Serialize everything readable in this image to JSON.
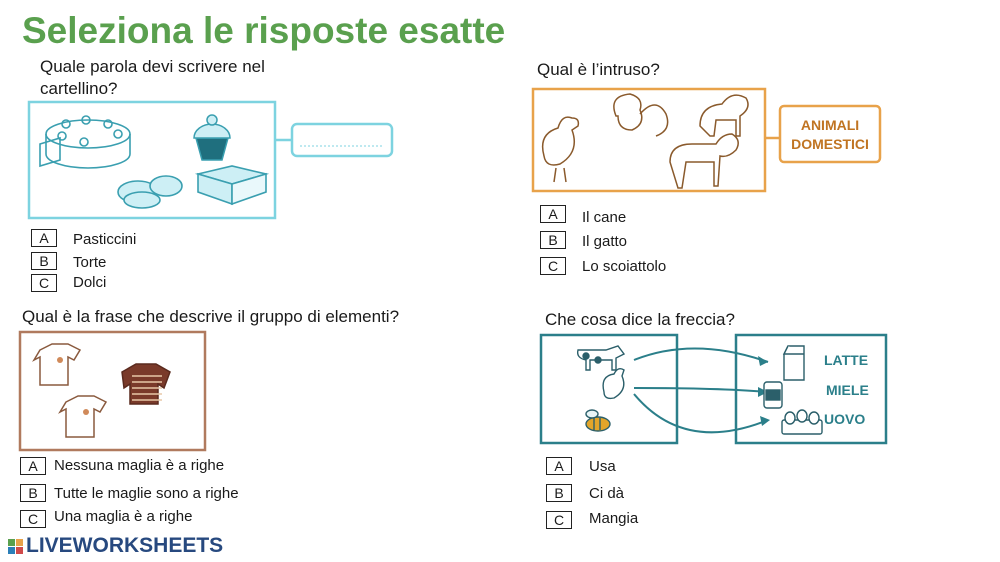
{
  "title": "Seleziona le risposte esatte",
  "q1": {
    "question": "Quale parola devi scrivere nel cartellino?",
    "options": [
      {
        "letter": "A",
        "text": "Pasticcini"
      },
      {
        "letter": "B",
        "text": "Torte"
      },
      {
        "letter": "C",
        "text": "Dolci"
      }
    ]
  },
  "q2": {
    "question": "Qual è l’intruso?",
    "card_label_1": "ANIMALI",
    "card_label_2": "DOMESTICI",
    "options": [
      {
        "letter": "A",
        "text": "Il cane"
      },
      {
        "letter": "B",
        "text": "Il gatto"
      },
      {
        "letter": "C",
        "text": "Lo scoiattolo"
      }
    ]
  },
  "q3": {
    "question": "Qual è la frase che descrive il gruppo di elementi?",
    "options": [
      {
        "letter": "A",
        "text": "Nessuna maglia è a righe"
      },
      {
        "letter": "B",
        "text": "Tutte le maglie sono a righe"
      },
      {
        "letter": "C",
        "text": "Una maglia è a righe"
      }
    ]
  },
  "q4": {
    "question": "Che cosa dice la freccia?",
    "products": [
      "LATTE",
      "MIELE",
      "UOVO"
    ],
    "options": [
      {
        "letter": "A",
        "text": "Usa"
      },
      {
        "letter": "B",
        "text": "Ci dà"
      },
      {
        "letter": "C",
        "text": "Mangia"
      }
    ]
  },
  "brand": {
    "name": "LIVEWORKSHEETS"
  },
  "colors": {
    "title": "#5aa04e",
    "q1_frame": "#7dd3e0",
    "q2_frame": "#e8a24a",
    "q3_frame": "#b07a5e",
    "q4_frame": "#2b7f8a",
    "brand": "#27497f"
  }
}
